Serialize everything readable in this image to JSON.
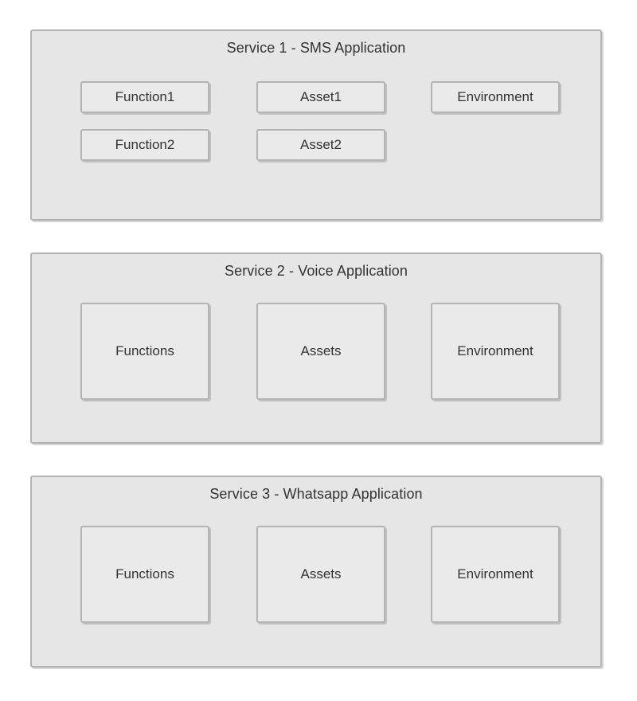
{
  "diagram": {
    "title_text_color": "#333333",
    "panel_fill": "#e6e6e6",
    "panel_border": "#b3b3b3",
    "node_fill": "#eaeaea",
    "node_border": "#b3b3b3",
    "page_background": "#ffffff"
  },
  "services": [
    {
      "id": "service-1",
      "title": "Service 1 - SMS Application",
      "layout": "small-boxes-two-rows",
      "nodes": [
        {
          "label": "Function1",
          "column": 1,
          "row": 1
        },
        {
          "label": "Asset1",
          "column": 2,
          "row": 1
        },
        {
          "label": "Environment",
          "column": 3,
          "row": 1
        },
        {
          "label": "Function2",
          "column": 1,
          "row": 2
        },
        {
          "label": "Asset2",
          "column": 2,
          "row": 2
        }
      ]
    },
    {
      "id": "service-2",
      "title": "Service 2 - Voice Application",
      "layout": "large-boxes-one-row",
      "nodes": [
        {
          "label": "Functions",
          "column": 1,
          "row": 1
        },
        {
          "label": "Assets",
          "column": 2,
          "row": 1
        },
        {
          "label": "Environment",
          "column": 3,
          "row": 1
        }
      ]
    },
    {
      "id": "service-3",
      "title": "Service 3 - Whatsapp Application",
      "layout": "large-boxes-one-row",
      "nodes": [
        {
          "label": "Functions",
          "column": 1,
          "row": 1
        },
        {
          "label": "Assets",
          "column": 2,
          "row": 1
        },
        {
          "label": "Environment",
          "column": 3,
          "row": 1
        }
      ]
    }
  ]
}
